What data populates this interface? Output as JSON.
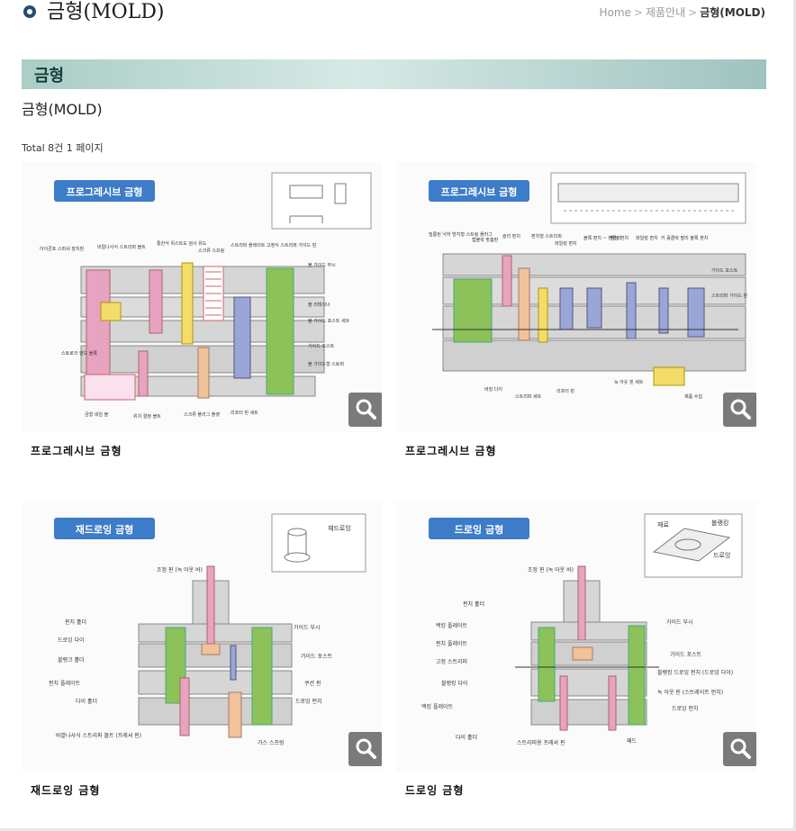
{
  "header": {
    "title": "금형(MOLD)",
    "breadcrumb": [
      "Home",
      "제품안내",
      "금형(MOLD)"
    ],
    "sep": ">"
  },
  "banner": {
    "title": "금형"
  },
  "section": {
    "title": "금형(MOLD)",
    "total": "Total 8건 1 페이지"
  },
  "items": [
    {
      "caption": "프로그레시브 금형",
      "badge": "프로그레시브 금형",
      "labels": [
        "어이콘포 스퍼셔 장치판",
        "비탈나사식 스트리퍼 볼트",
        "통한식 위스트도 검사 유도",
        "스크류 스프링",
        "스트리퍼 플레이트 고정식 스트리퍼 가이드 핀",
        "볼 가이드 부시",
        "볼 리테이너",
        "볼 가이드 포스트 세트",
        "가이드 포스트",
        "볼 가이드형 스토퍼",
        "스토로크 엔드 블록",
        "금형 네임 블",
        "위치 결정 볼트",
        "리프터 핀 세트",
        "스크류 플러그 플랫"
      ]
    },
    {
      "caption": "프로그레시브 금형",
      "badge": "프로그레시브 금형",
      "labels": [
        "빌롱된 낙하 방지형 스트링 플러그",
        "캡볼락 맞춤판",
        "슬리 편치",
        "편치형 스트리퍼",
        "파일럿 편치",
        "블록 편치 ~ 팬클리",
        "벤딩 편치",
        "파일럿 편치",
        "키 홀클락 팔리 블록 편치",
        "가이드 포스트",
        "스트리퍼 가이드 핀",
        "버킹 다이",
        "스트리퍼 세트",
        "리프터 핀",
        "녹 아웃 핀 세트",
        "제품 수집"
      ]
    },
    {
      "caption": "재드로잉 금형",
      "badge": "재드로잉 금형",
      "inset": "재드로잉",
      "labels": [
        "조정 핀 (녹 아웃 바)",
        "펀치 홀더",
        "드로잉 다이",
        "블랭크 홀더",
        "펀치 플레이트",
        "다이 홀더",
        "바깥나사식 스트리퍼 볼트 (프레셔 핀)",
        "가이드 부시",
        "가이드 포스트",
        "쿠션 핀",
        "드로잉 펀치",
        "가스 스프링"
      ]
    },
    {
      "caption": "드로잉 금형",
      "badge": "드로잉 금형",
      "inset": [
        "재료",
        "블랭킹",
        "드로잉"
      ],
      "labels": [
        "조정 핀 (녹 아웃 바)",
        "펀치 홀더",
        "백킹 플레이트",
        "펀치 플레이트",
        "고정 스트리퍼",
        "블랭킹 다이",
        "백킹 플레이트",
        "다이 홀더",
        "스트리퍼용 프레셔 핀",
        "패드",
        "가이드 부시",
        "가이드 포스트",
        "블랭킹 드로잉 펀치 (드로잉 다이)",
        "녹 아웃 핀 (스트레이트 펀치)",
        "드로잉 펀치"
      ]
    }
  ],
  "colors": {
    "banner_text": "#163f3a",
    "badge_blue": "#3d7cc8",
    "pink": "#e8a3c0",
    "yellow": "#f4dc6a",
    "green": "#8dc25a",
    "purple": "#9aa6d8",
    "orange": "#f0c39a",
    "plate": "#d6d6d6",
    "zoom": "#7a7a7a"
  },
  "icons": {
    "zoom": "magnifier-icon",
    "bullet": "circle-bullet-icon"
  }
}
